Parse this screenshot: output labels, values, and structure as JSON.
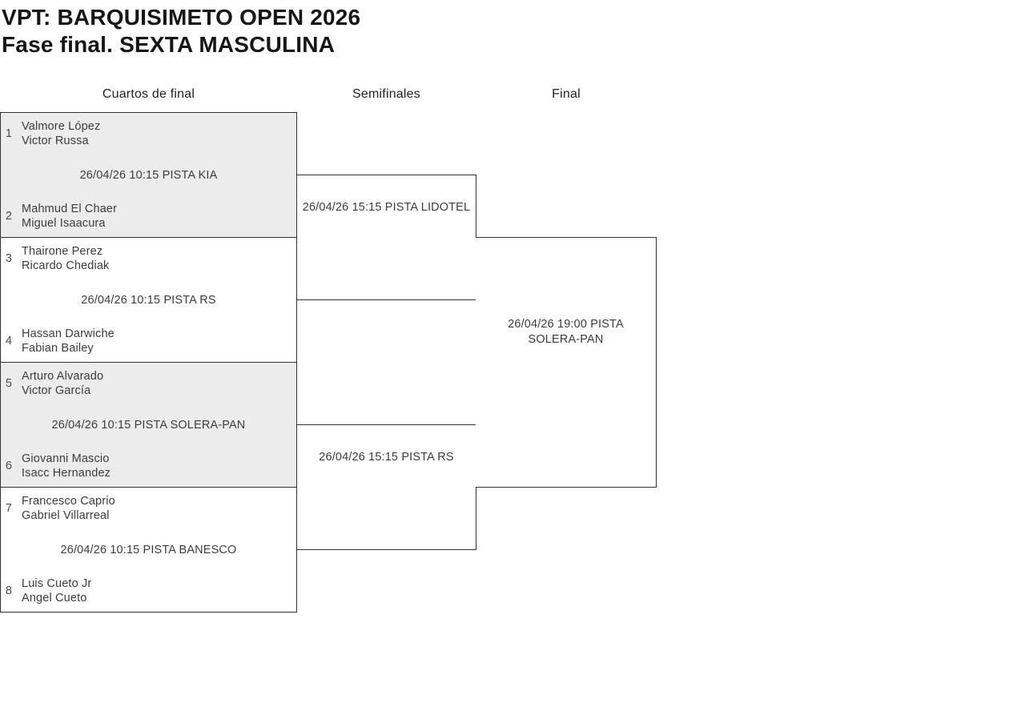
{
  "page": {
    "title_line1": "VPT: BARQUISIMETO OPEN 2026",
    "title_line2": "Fase final. SEXTA MASCULINA"
  },
  "round_headers": [
    "Cuartos de final",
    "Semifinales",
    "Final"
  ],
  "colors": {
    "shaded_match_bg": "#ececec",
    "match_bg": "#ffffff",
    "border": "#333333",
    "text": "#3c3c3c"
  },
  "bracket": {
    "quarterfinals": [
      {
        "top_seed": "1",
        "top_players": [
          "Valmore López",
          "Victor Russa"
        ],
        "schedule": "26/04/26 10:15 PISTA KIA",
        "bottom_seed": "2",
        "bottom_players": [
          "Mahmud El Chaer",
          "Miguel Isaacura"
        ]
      },
      {
        "top_seed": "3",
        "top_players": [
          "Thairone Perez",
          "Ricardo Chediak"
        ],
        "schedule": "26/04/26 10:15 PISTA RS",
        "bottom_seed": "4",
        "bottom_players": [
          "Hassan Darwiche",
          "Fabian Bailey"
        ]
      },
      {
        "top_seed": "5",
        "top_players": [
          "Arturo Alvarado",
          "Victor García"
        ],
        "schedule": "26/04/26 10:15 PISTA SOLERA-PAN",
        "bottom_seed": "6",
        "bottom_players": [
          "Giovanni Mascio",
          "Isacc Hernandez"
        ]
      },
      {
        "top_seed": "7",
        "top_players": [
          "Francesco Caprio",
          "Gabriel Villarreal"
        ],
        "schedule": "26/04/26 10:15 PISTA BANESCO",
        "bottom_seed": "8",
        "bottom_players": [
          "Luis Cueto Jr",
          "Angel Cueto"
        ]
      }
    ],
    "semifinals": [
      {
        "schedule": "26/04/26 15:15 PISTA LIDOTEL"
      },
      {
        "schedule": "26/04/26 15:15 PISTA RS"
      }
    ],
    "final": {
      "schedule": "26/04/26 19:00 PISTA SOLERA-PAN"
    }
  }
}
